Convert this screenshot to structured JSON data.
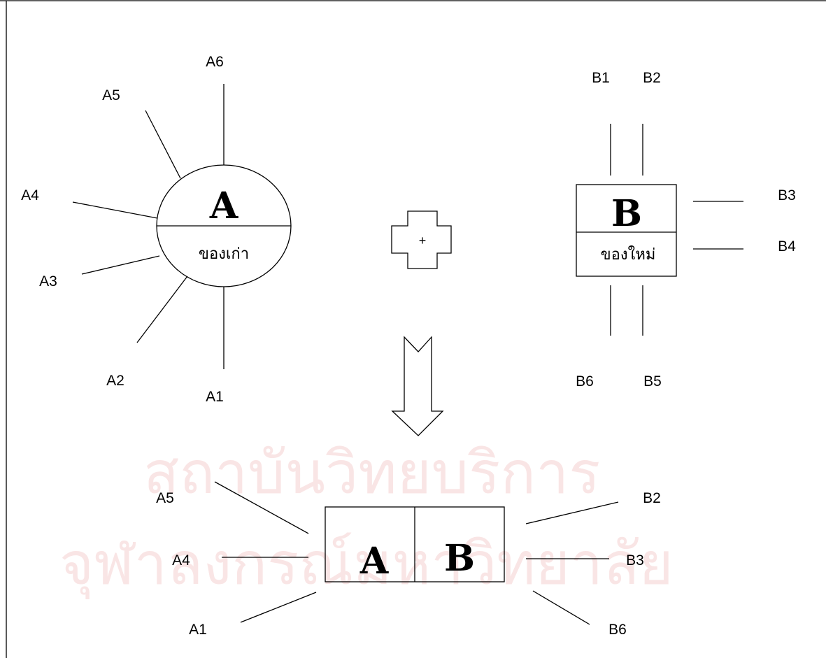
{
  "watermark": {
    "line1": "สถาบันวิทยบริการ",
    "line2": "จุฬาลงกรณ์มหาวิทยาลัย"
  },
  "object_a": {
    "letter": "A",
    "caption": "ของเก่า",
    "attributes": [
      "A1",
      "A2",
      "A3",
      "A4",
      "A5",
      "A6"
    ]
  },
  "object_b": {
    "letter": "B",
    "caption": "ของใหม่",
    "attributes": [
      "B1",
      "B2",
      "B3",
      "B4",
      "B5",
      "B6"
    ]
  },
  "plus_sign": "+",
  "result": {
    "left_letter": "A",
    "right_letter": "B",
    "left_attributes": [
      "A5",
      "A4",
      "A1"
    ],
    "right_attributes": [
      "B2",
      "B3",
      "B6"
    ]
  },
  "colors": {
    "line": "#000000",
    "watermark": "#f3c6c6"
  }
}
